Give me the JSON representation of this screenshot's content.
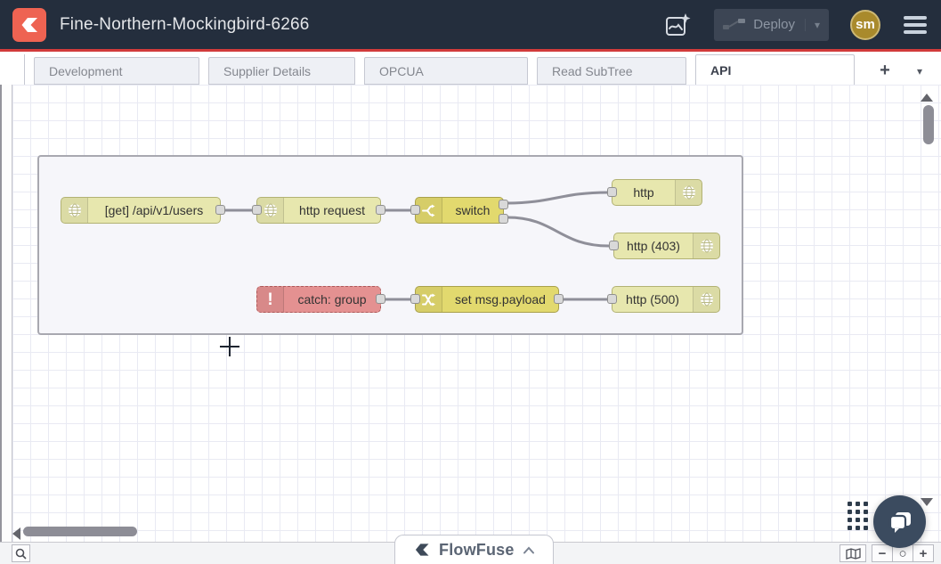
{
  "header": {
    "title": "Fine-Northern-Mockingbird-6266",
    "deploy": {
      "label": "Deploy",
      "caret": "▾",
      "enabled": false
    },
    "avatar": "sm"
  },
  "tabs": {
    "items": [
      {
        "label": "Development",
        "active": false
      },
      {
        "label": "Supplier Details",
        "active": false
      },
      {
        "label": "OPCUA",
        "active": false
      },
      {
        "label": "Read SubTree",
        "active": false
      },
      {
        "label": "API",
        "active": true
      }
    ],
    "add": "+",
    "menu": "▾"
  },
  "flow": {
    "nodes": [
      {
        "label": "[get] /api/v1/users",
        "icon": "globe-icon",
        "color": "#e7e7ae"
      },
      {
        "label": "http request",
        "icon": "globe-icon",
        "color": "#e7e7ae"
      },
      {
        "label": "switch",
        "icon": "fork-icon",
        "color": "#e2d96e"
      },
      {
        "label": "http",
        "icon": "globe-icon",
        "color": "#e7e7ae"
      },
      {
        "label": "http (403)",
        "icon": "globe-icon",
        "color": "#e7e7ae"
      },
      {
        "label": "catch: group",
        "icon": "exclamation-icon",
        "color": "#e49191"
      },
      {
        "label": "set msg.payload",
        "icon": "shuffle-icon",
        "color": "#e2d96e"
      },
      {
        "label": "http (500)",
        "icon": "globe-icon",
        "color": "#e7e7ae"
      }
    ]
  },
  "icons": {
    "catch_exclaim": "!"
  },
  "footer": {
    "zoom_out": "−",
    "zoom_reset": "○",
    "zoom_in": "+"
  },
  "flowfuse": {
    "label": "FlowFuse"
  },
  "colors": {
    "header_bg": "#242e3d",
    "accent_red": "#d23b3b",
    "logo_red": "#ee6352",
    "avatar_gold": "#a98a2c",
    "wire": "#8f8f99",
    "chat_bg": "#3b4b5f"
  }
}
